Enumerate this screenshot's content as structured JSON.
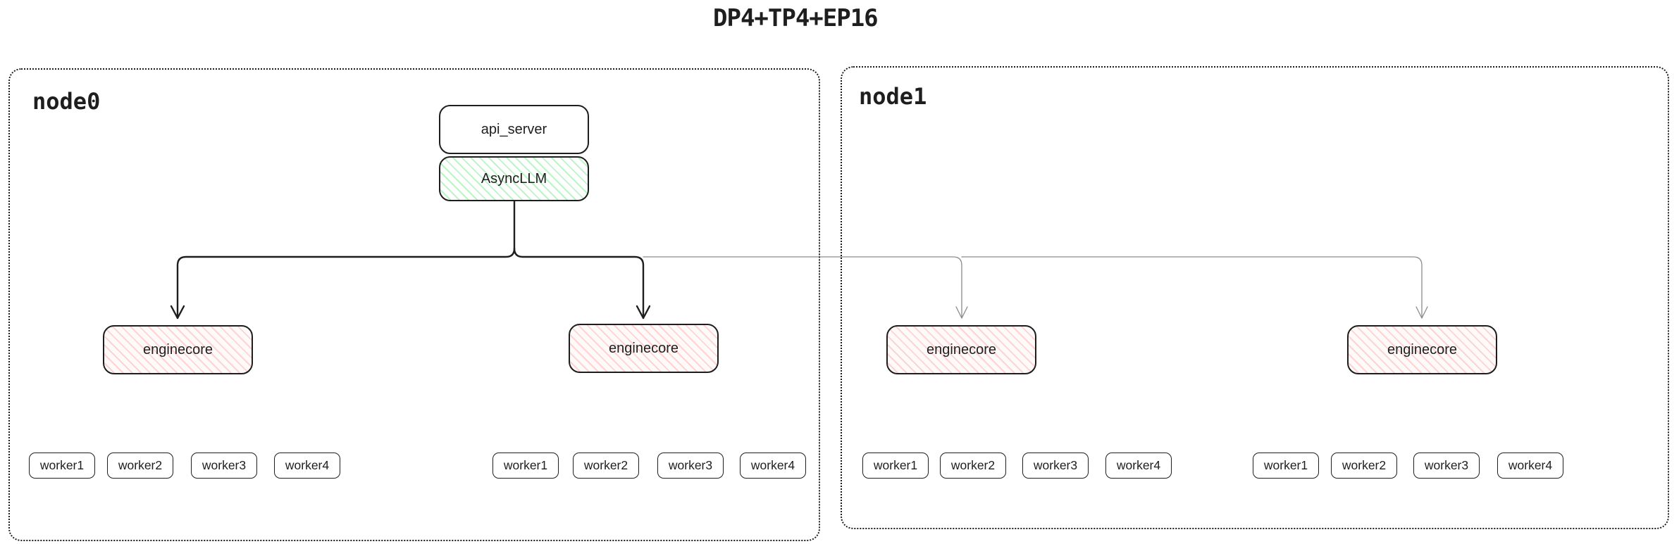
{
  "title": "DP4+TP4+EP16",
  "colors": {
    "stroke": "#1e1e1e",
    "asyncllm_fill": "#b2f2bb",
    "enginecore_fill": "#ffc9c9",
    "secondary_arrow": "#8a8a8a"
  },
  "nodes": [
    {
      "label": "node0",
      "api_server_label": "api_server",
      "asyncllm_label": "AsyncLLM",
      "enginecores": [
        {
          "label": "enginecore",
          "workers": [
            "worker1",
            "worker2",
            "worker3",
            "worker4"
          ]
        },
        {
          "label": "enginecore",
          "workers": [
            "worker1",
            "worker2",
            "worker3",
            "worker4"
          ]
        }
      ]
    },
    {
      "label": "node1",
      "enginecores": [
        {
          "label": "enginecore",
          "workers": [
            "worker1",
            "worker2",
            "worker3",
            "worker4"
          ]
        },
        {
          "label": "enginecore",
          "workers": [
            "worker1",
            "worker2",
            "worker3",
            "worker4"
          ]
        }
      ]
    }
  ]
}
